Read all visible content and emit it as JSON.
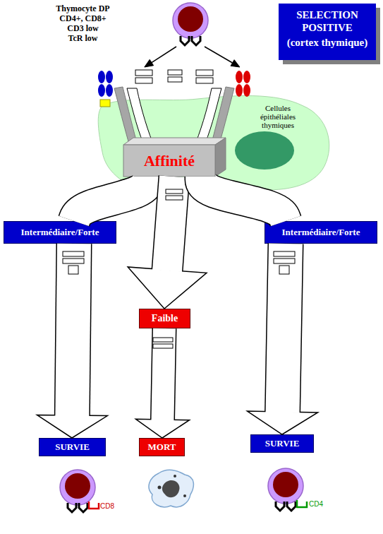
{
  "diagram": {
    "nodes": [
      {
        "text": [
          "Thymocyte DP",
          "CD4+, CD8+",
          "CD3 low",
          "TcR low"
        ]
      },
      {
        "text": [
          "SELECTION POSITIVE",
          "(cortex thymique)"
        ]
      },
      {
        "text": [
          "Cellules épithéliales thymiques"
        ]
      },
      {
        "text": [
          "Affinité"
        ],
        "in": 2
      },
      {
        "text": [
          "Intermédiaire/Forte"
        ]
      },
      {
        "text": [
          "Faible"
        ]
      },
      {
        "text": [
          "Intermédiaire/Forte"
        ]
      },
      {
        "text": [
          "SURVIE"
        ]
      },
      {
        "text": [
          "MORT"
        ]
      },
      {
        "text": [
          "SURVIE"
        ]
      },
      {
        "text": [
          "CD8"
        ]
      },
      {
        "text": [
          "CD4"
        ]
      }
    ],
    "edges": [
      {
        "from": 0,
        "to": 2,
        "arrow": "to"
      },
      {
        "from": 0,
        "to": 2,
        "arrow": "to"
      },
      {
        "from": 3,
        "to": 4,
        "arrow": "none"
      },
      {
        "from": 4,
        "to": 7,
        "arrow": "to"
      },
      {
        "from": 3,
        "to": 5,
        "arrow": "to"
      },
      {
        "from": 5,
        "to": 8,
        "arrow": "to"
      },
      {
        "from": 3,
        "to": 6,
        "arrow": "none"
      },
      {
        "from": 6,
        "to": 9,
        "arrow": "to"
      }
    ]
  }
}
